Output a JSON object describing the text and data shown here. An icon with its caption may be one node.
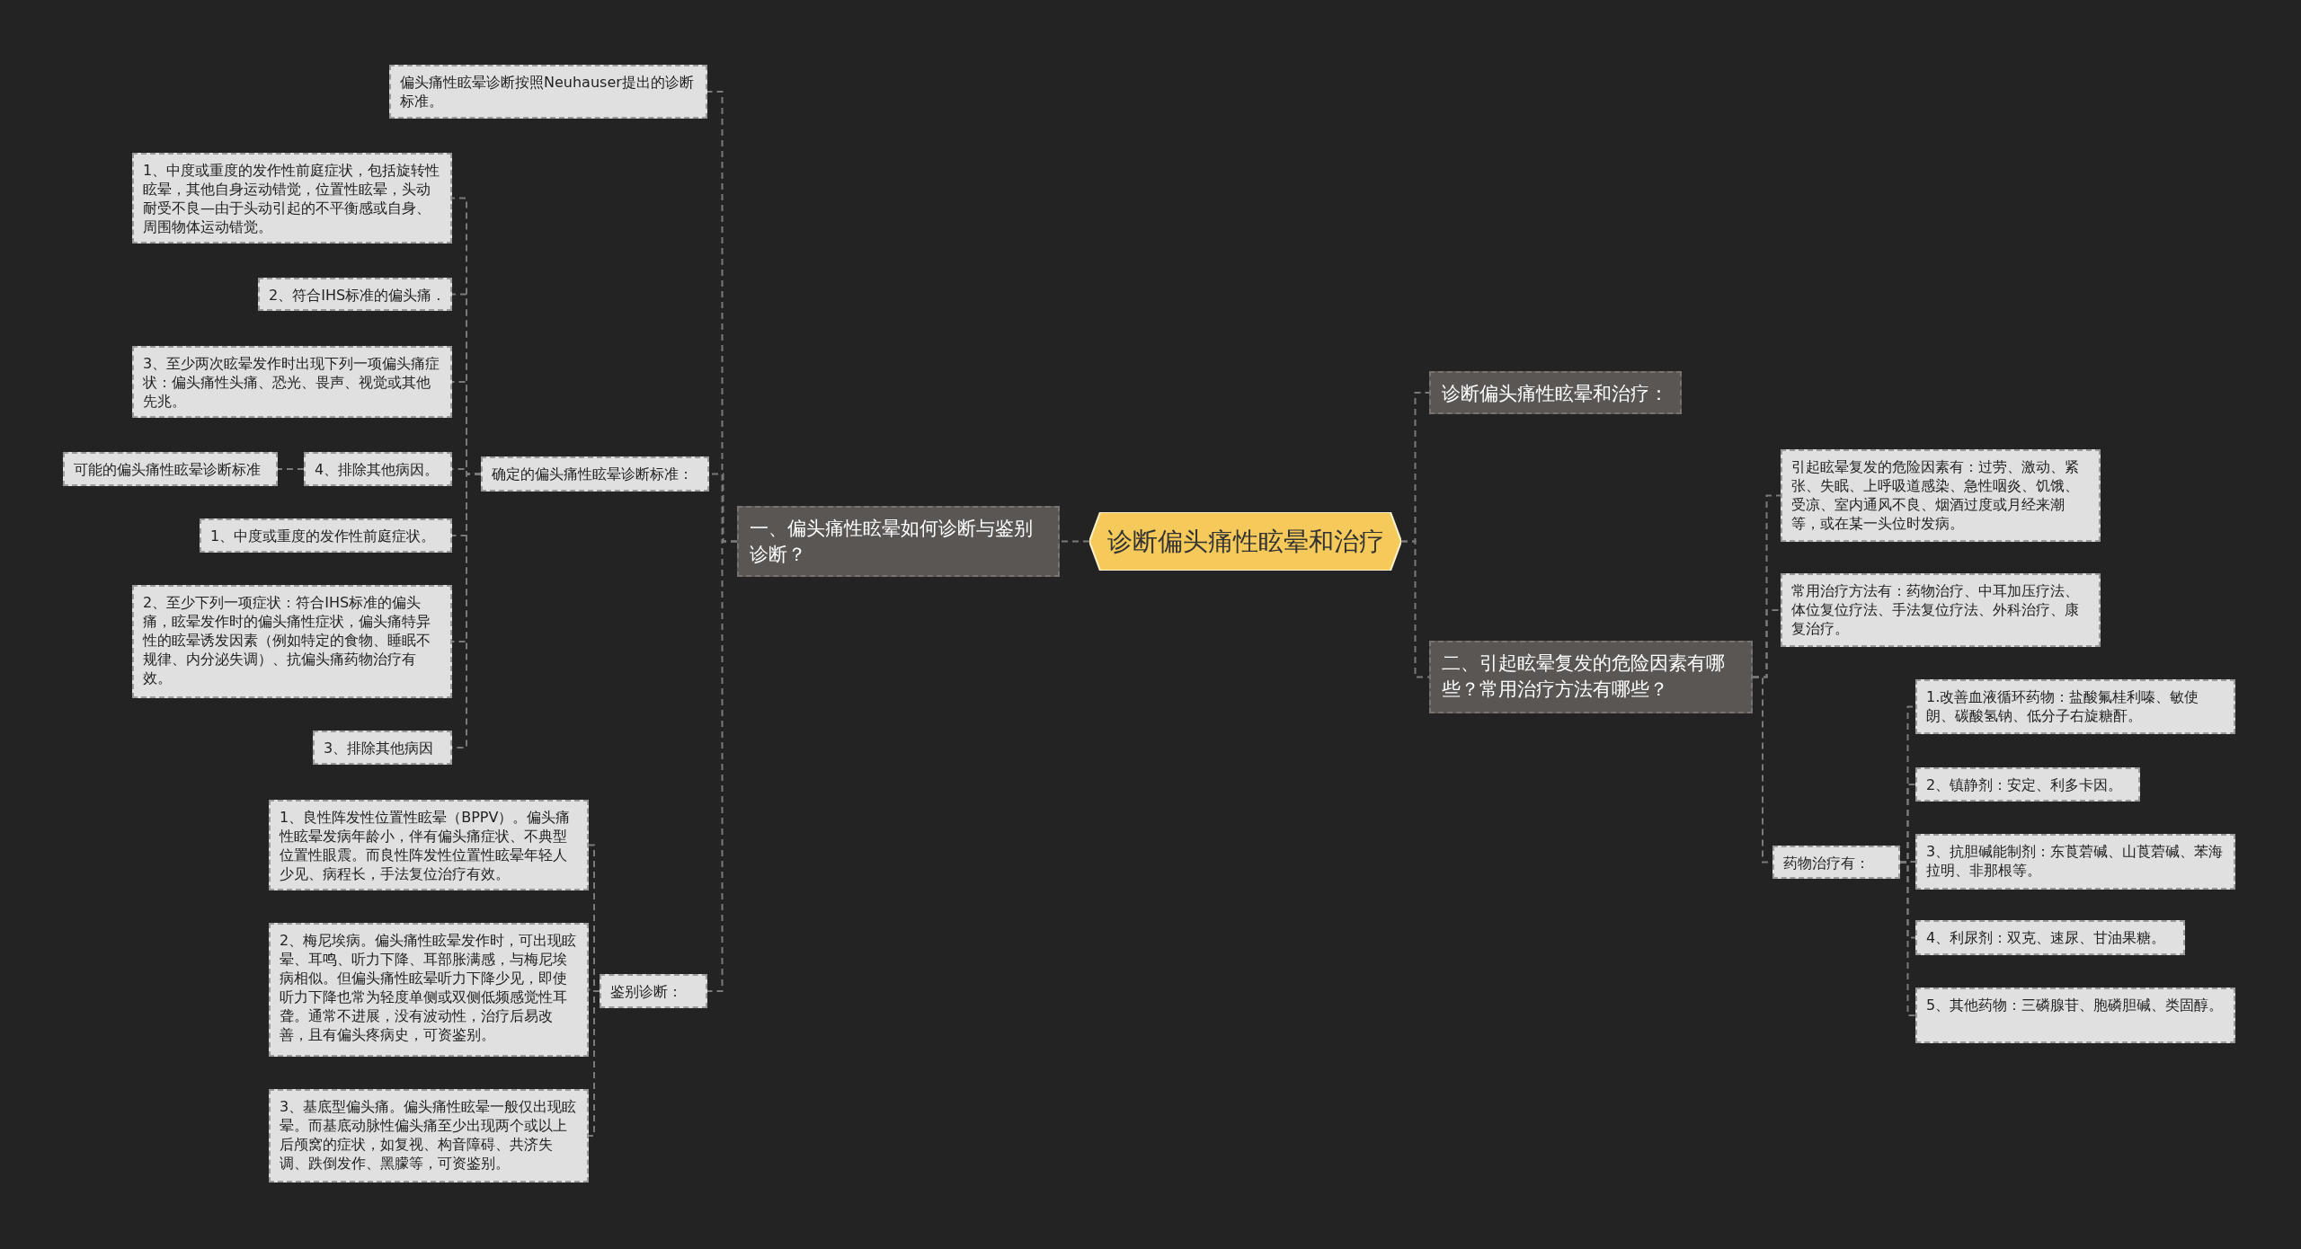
{
  "diagram": {
    "nodes": [
      {
        "text": [
          "诊断偏头痛性眩晕和治疗"
        ]
      },
      {
        "text": [
          "一、偏头痛性眩晕如何诊断与鉴别诊断？"
        ]
      },
      {
        "text": [
          "偏头痛性眩晕诊断按照Neuhauser提出的诊断标准。"
        ]
      },
      {
        "text": [
          "确定的偏头痛性眩晕诊断标准："
        ]
      },
      {
        "text": [
          "1、中度或重度的发作性前庭症状，包括旋转性眩晕，其他自身运动错觉，位置性眩晕，头动耐受不良—由于头动引起的不平衡感或自身、周围物体运动错觉。"
        ]
      },
      {
        "text": [
          "2、符合IHS标准的偏头痛 ."
        ]
      },
      {
        "text": [
          "3、至少两次眩晕发作时出现下列一项偏头痛症状：偏头痛性头痛、恐光、畏声、视觉或其他先兆。"
        ]
      },
      {
        "text": [
          "4、排除其他病因。"
        ]
      },
      {
        "text": [
          "可能的偏头痛性眩晕诊断标准"
        ]
      },
      {
        "text": [
          "1、中度或重度的发作性前庭症状。"
        ]
      },
      {
        "text": [
          "2、至少下列一项症状：符合IHS标准的偏头痛，眩晕发作时的偏头痛性症状，偏头痛特异性的眩晕诱发因素（例如特定的食物、睡眠不规律、内分泌失调）、抗偏头痛药物治疗有效。"
        ]
      },
      {
        "text": [
          "3、排除其他病因 ."
        ]
      },
      {
        "text": [
          "鉴别诊断："
        ]
      },
      {
        "text": [
          "1、良性阵发性位置性眩晕（BPPV）。偏头痛性眩晕发病年龄小，伴有偏头痛症状、不典型位置性眼震。而良性阵发性位置性眩晕年轻人少见、病程长，手法复位治疗有效。"
        ]
      },
      {
        "text": [
          "2、梅尼埃病。偏头痛性眩晕发作时，可出现眩晕、耳鸣、听力下降、耳部胀满感，与梅尼埃病相似。但偏头痛性眩晕听力下降少见，即使听力下降也常为轻度单侧或双侧低频感觉性耳聋。通常不进展，没有波动性，治疗后易改善，且有偏头疼病史，可资鉴别。"
        ]
      },
      {
        "text": [
          "3、基底型偏头痛。偏头痛性眩晕一般仅出现眩晕。而基底动脉性偏头痛至少出现两个或以上后颅窝的症状，如复视、构音障碍、共济失调、跌倒发作、黑朦等，可资鉴别。"
        ]
      },
      {
        "text": [
          "诊断偏头痛性眩晕和治疗："
        ]
      },
      {
        "text": [
          "二、引起眩晕复发的危险因素有哪些？常用治疗方法有哪些？"
        ]
      },
      {
        "text": [
          "引起眩晕复发的危险因素有：过劳、激动、紧张、失眠、上呼吸道感染、急性咽炎、饥饿、受凉、室内通风不良、烟酒过度或月经来潮等，或在某一头位时发病。"
        ]
      },
      {
        "text": [
          "常用治疗方法有：药物治疗、中耳加压疗法、体位复位疗法、手法复位疗法、外科治疗、康复治疗。"
        ]
      },
      {
        "text": [
          "药物治疗有："
        ]
      },
      {
        "text": [
          "1.改善血液循环药物：盐酸氟桂利嗪、敏使朗、碳酸氢钠、低分子右旋糖酐。"
        ]
      },
      {
        "text": [
          "2、镇静剂：安定、利多卡因。"
        ]
      },
      {
        "text": [
          "3、抗胆碱能制剂：东莨菪碱、山莨菪碱、苯海拉明、非那根等。"
        ]
      },
      {
        "text": [
          "4、利尿剂：双克、速尿、甘油果糖。"
        ]
      },
      {
        "text": [
          "5、其他药物：三磷腺苷、胞磷胆碱、类固醇。"
        ]
      }
    ],
    "edges": [
      {
        "from": 0,
        "to": 1,
        "arrow": "none"
      },
      {
        "from": 0,
        "to": 16,
        "arrow": "none"
      },
      {
        "from": 0,
        "to": 17,
        "arrow": "none"
      },
      {
        "from": 1,
        "to": 2,
        "arrow": "none"
      },
      {
        "from": 1,
        "to": 3,
        "arrow": "none"
      },
      {
        "from": 1,
        "to": 12,
        "arrow": "none"
      },
      {
        "from": 3,
        "to": 4,
        "arrow": "none"
      },
      {
        "from": 3,
        "to": 5,
        "arrow": "none"
      },
      {
        "from": 3,
        "to": 6,
        "arrow": "none"
      },
      {
        "from": 3,
        "to": 7,
        "arrow": "none"
      },
      {
        "from": 7,
        "to": 8,
        "arrow": "none"
      },
      {
        "from": 3,
        "to": 9,
        "arrow": "none"
      },
      {
        "from": 3,
        "to": 10,
        "arrow": "none"
      },
      {
        "from": 3,
        "to": 11,
        "arrow": "none"
      },
      {
        "from": 12,
        "to": 13,
        "arrow": "none"
      },
      {
        "from": 12,
        "to": 14,
        "arrow": "none"
      },
      {
        "from": 12,
        "to": 15,
        "arrow": "none"
      },
      {
        "from": 17,
        "to": 18,
        "arrow": "none"
      },
      {
        "from": 17,
        "to": 19,
        "arrow": "none"
      },
      {
        "from": 17,
        "to": 20,
        "arrow": "none"
      },
      {
        "from": 20,
        "to": 21,
        "arrow": "none"
      },
      {
        "from": 20,
        "to": 22,
        "arrow": "none"
      },
      {
        "from": 20,
        "to": 23,
        "arrow": "none"
      },
      {
        "from": 20,
        "to": 24,
        "arrow": "none"
      },
      {
        "from": 20,
        "to": 25,
        "arrow": "none"
      }
    ]
  }
}
